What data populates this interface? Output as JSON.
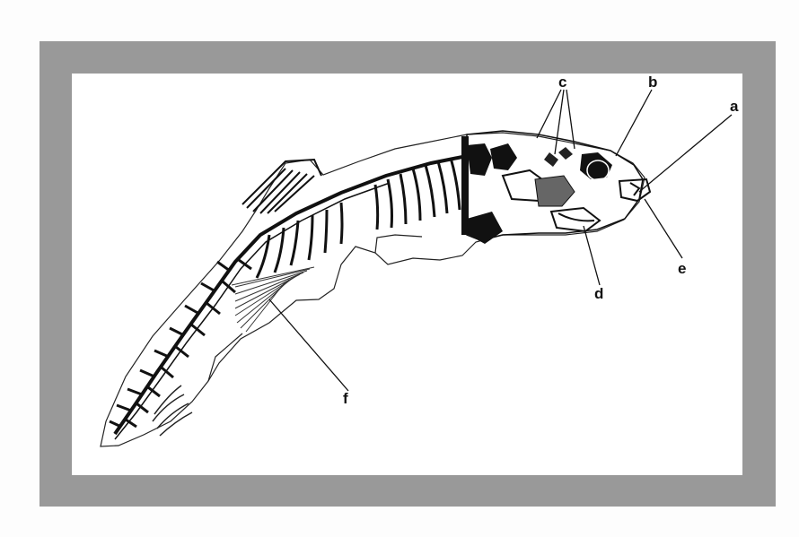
{
  "labels": {
    "a": "a",
    "b": "b",
    "c": "c",
    "d": "d",
    "e": "e",
    "f": "f"
  },
  "colors": {
    "frame": "#999999",
    "panel": "#ffffff",
    "ink": "#111111"
  }
}
